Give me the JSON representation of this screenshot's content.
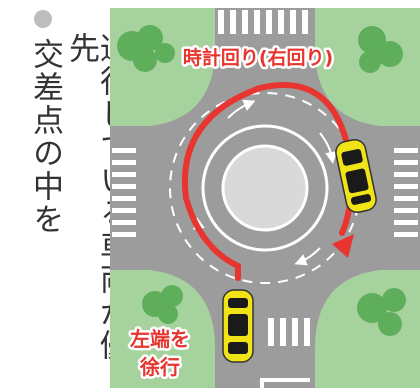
{
  "text": {
    "heading_line1": "交差点の中を",
    "heading_line2": "通行している車両が優先",
    "direction_label": "時計回り(右回り)",
    "caution_line1": "左端を",
    "caution_line2": "徐行"
  },
  "colors": {
    "grass": "#a6d29d",
    "road": "#9c9c9c",
    "island": "#d9d9d9",
    "arrow": "#e8352f",
    "label_text": "#e8352f",
    "car_body": "#f1e416",
    "car_glass": "#1a1a1a"
  },
  "icons": [
    "bullet-circle-icon",
    "car-icon",
    "direction-arrow-icon",
    "tree-icon"
  ]
}
